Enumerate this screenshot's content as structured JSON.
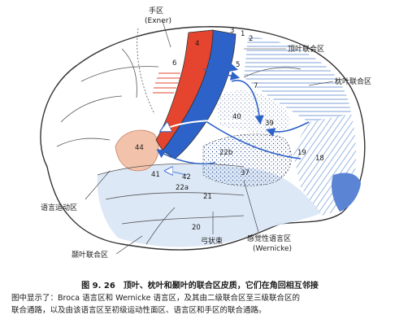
{
  "labels": {
    "hand_area": "手区",
    "hand_area_sub": "(Exner)",
    "parietal_assoc": "顶叶联合区",
    "occipital_assoc": "枕叶联合区",
    "speech_motor": "语言运动区",
    "temporal_assoc": "颞叶联合区",
    "arcuate": "弓状束",
    "sensory_speech": "感觉性语言区",
    "sensory_speech_sub": "(Wernicke)"
  },
  "areas": {
    "a1": "1",
    "a2": "2",
    "a3": "3",
    "a4": "4",
    "a5": "5",
    "a6": "6",
    "a7": "7",
    "a18": "18",
    "a19": "19",
    "a20": "20",
    "a21": "21",
    "a22a": "22a",
    "a22b": "22b",
    "a37": "37",
    "a39": "39",
    "a40": "40",
    "a41": "41",
    "a42": "42",
    "a44": "44"
  },
  "caption": {
    "number": "图 9. 26",
    "title": "顶叶、枕叶和颞叶的联合区皮质，它们在角回相互邻接",
    "line1": "图中显示了：Broca 语言区和 Wernicke 语言区，及其由二级联合区至三级联合区的",
    "line2": "联合通路，以及由该语言区至初级运动性面区、语言区和手区的联合通路。"
  },
  "colors": {
    "motor_red": "#e5452f",
    "somatosensory_blue": "#2d62c8",
    "broca_peach": "#f2c2aa",
    "assoc_lightblue": "#cfe0f3",
    "hatch_blue": "#7a9fd6",
    "visual_blue": "#5b84d4",
    "outline": "#333333"
  },
  "icons": {
    "arrow": "arrow-icon"
  }
}
